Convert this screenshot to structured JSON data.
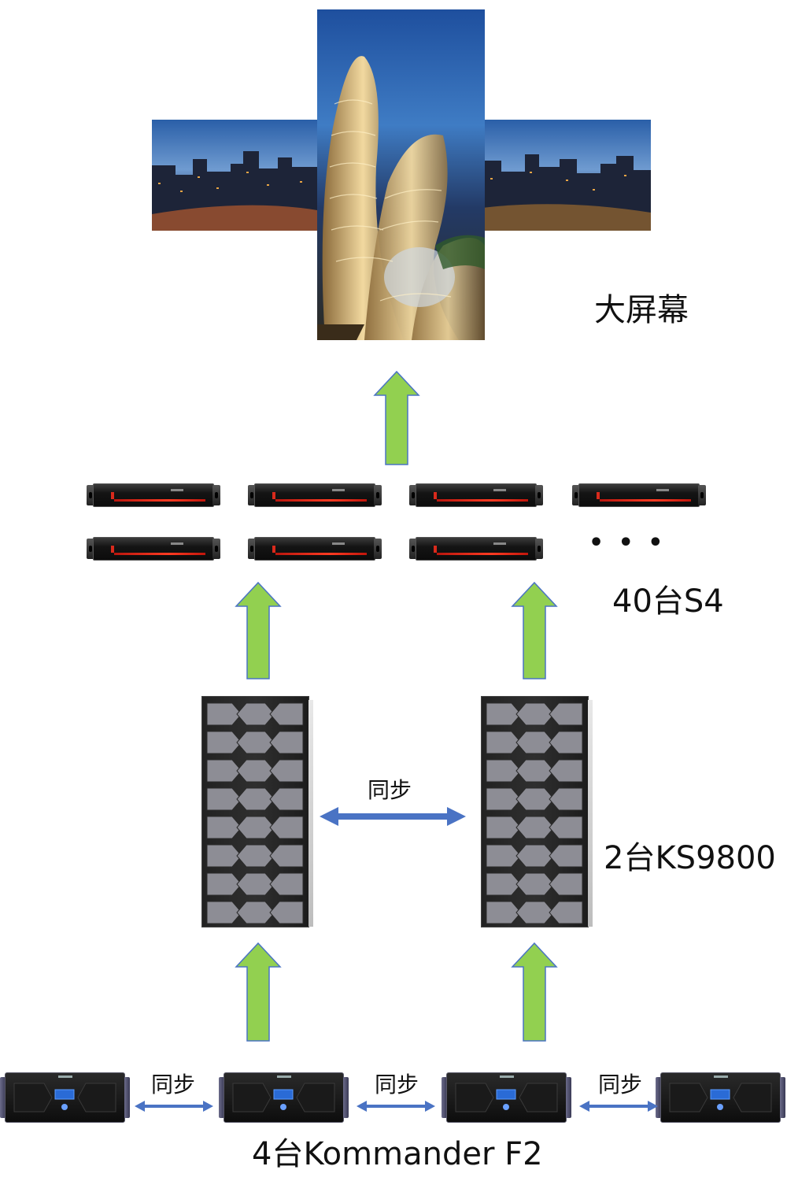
{
  "labels": {
    "screen": "大屏幕",
    "s4": "40台S4",
    "ks9800": "2台KS9800",
    "kommander": "4台Kommander F2"
  },
  "sync": {
    "middle": "同步",
    "bottom_1": "同步",
    "bottom_2": "同步",
    "bottom_3": "同步"
  },
  "ellipsis": "• • •",
  "colors": {
    "arrow_up_fill": "#92d050",
    "arrow_up_stroke": "#4a73c4",
    "sync_arrow": "#4a73c4"
  }
}
